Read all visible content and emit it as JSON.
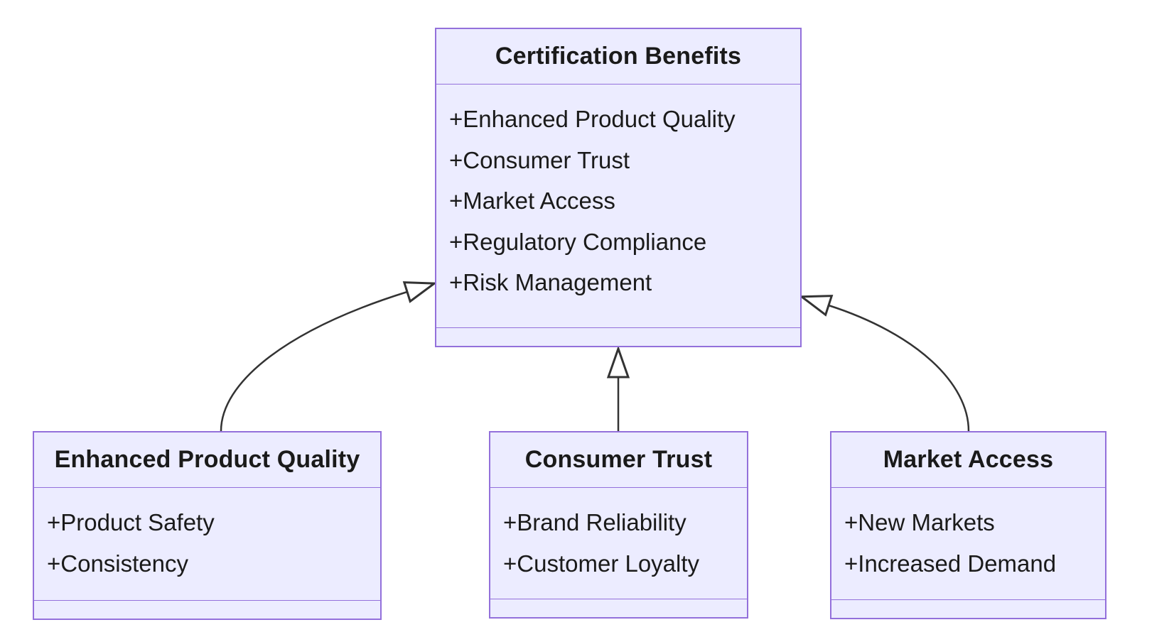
{
  "diagram": {
    "type": "uml-class-diagram",
    "colors": {
      "background": "#ffffff",
      "node_fill": "#ECECFF",
      "node_border": "#9370DB",
      "text": "#1a1a1a",
      "edge": "#333333",
      "arrowhead_fill": "#ffffff"
    },
    "nodes": {
      "parent": {
        "title": "Certification Benefits",
        "attributes": [
          "+Enhanced Product Quality",
          "+Consumer Trust",
          "+Market Access",
          "+Regulatory Compliance",
          "+Risk Management"
        ]
      },
      "child1": {
        "title": "Enhanced Product Quality",
        "attributes": [
          "+Product Safety",
          "+Consistency"
        ]
      },
      "child2": {
        "title": "Consumer Trust",
        "attributes": [
          "+Brand Reliability",
          "+Customer Loyalty"
        ]
      },
      "child3": {
        "title": "Market Access",
        "attributes": [
          "+New Markets",
          "+Increased Demand"
        ]
      }
    },
    "edges": [
      {
        "from": "Enhanced Product Quality",
        "to": "Certification Benefits",
        "relation": "inheritance"
      },
      {
        "from": "Consumer Trust",
        "to": "Certification Benefits",
        "relation": "inheritance"
      },
      {
        "from": "Market Access",
        "to": "Certification Benefits",
        "relation": "inheritance"
      }
    ]
  }
}
